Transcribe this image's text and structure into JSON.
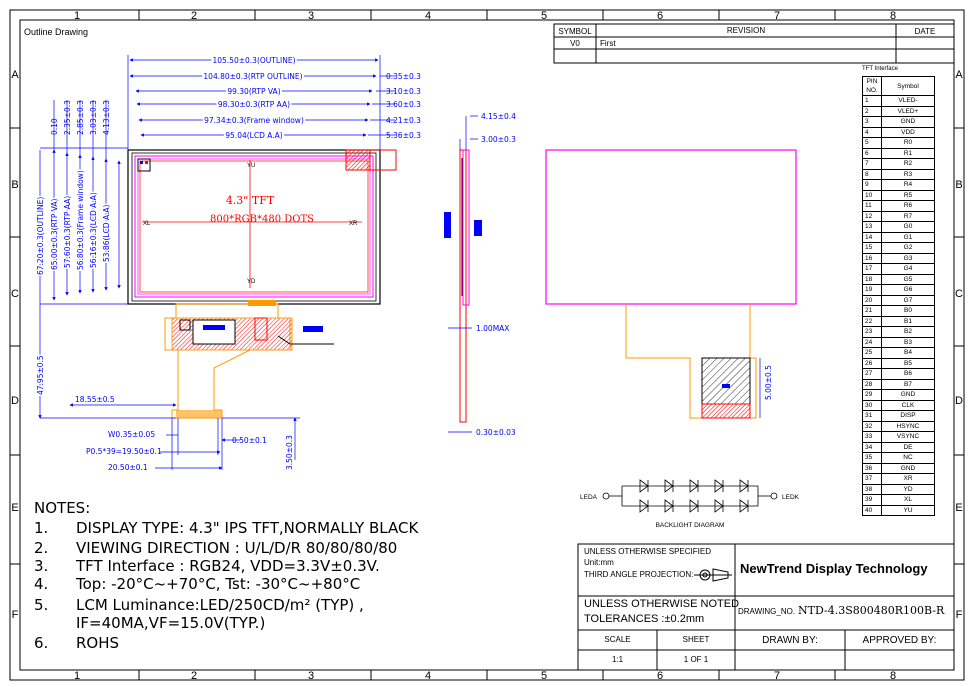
{
  "frame": {
    "col_numbers": [
      "1",
      "2",
      "3",
      "4",
      "5",
      "6",
      "7",
      "8"
    ],
    "row_letters": [
      "A",
      "B",
      "C",
      "D",
      "E",
      "F"
    ]
  },
  "title_label": "Outline Drawing",
  "revision_table": {
    "headers": {
      "symbol": "SYMBOL",
      "revision": "REVISION",
      "date": "DATE"
    },
    "rows": [
      {
        "symbol": "V0",
        "revision": "First",
        "date": ""
      }
    ]
  },
  "front_view": {
    "dims_top": [
      "105.50±0.3(OUTLINE)",
      "104.80±0.3(RTP OUTLINE)",
      "99.30(RTP VA)",
      "98.30±0.3(RTP AA)",
      "97.34±0.3(Frame window)",
      "95.04(LCD A.A)"
    ],
    "dims_right": [
      "0.35±0.3",
      "3.10±0.3",
      "3.60±0.3",
      "4.21±0.3",
      "5.36±0.3"
    ],
    "dims_left_top": [
      "0.10",
      "2.35±0.3",
      "2.85±0.3",
      "3.03±0.3",
      "4.13±0.3"
    ],
    "dims_left": [
      "67.20±0.3(OUTLINE)",
      "65.00±0.3(RTP VA)",
      "57.60±0.3(RTP AA)",
      "56.80±0.3(Frame window)",
      "56.16±0.3(LCD A.A)",
      "53.86(LCD A.A)"
    ],
    "dim_47": "47.95±0.5",
    "dim_18": "18.55±0.5",
    "fpc_dims": {
      "w": "W0.35±0.05",
      "p": "P0.5*39=19.50±0.1",
      "total": "20.50±0.1",
      "gap": "0.50±0.1",
      "h": "3.50±0.3"
    },
    "screen_title": "4.3\" TFT",
    "screen_res": "800*RGB*480 DOTS",
    "labels": {
      "yu": "YU",
      "yd": "YD",
      "xl": "XL",
      "xr": "XR"
    }
  },
  "side_view": {
    "dims": [
      "4.15±0.4",
      "3.00±0.3",
      "1.00MAX",
      "0.30±0.03"
    ]
  },
  "back_view": {
    "dim": "5.00±0.5"
  },
  "backlight": {
    "leda": "LEDA",
    "ledk": "LEDK",
    "caption": "BACKLIGHT DIAGRAM"
  },
  "pin_table": {
    "title": "TFT Interface",
    "headers": [
      "PIN NO.",
      "Symbol"
    ],
    "rows": [
      [
        "1",
        "VLED-"
      ],
      [
        "2",
        "VLED+"
      ],
      [
        "3",
        "GND"
      ],
      [
        "4",
        "VDD"
      ],
      [
        "5",
        "R0"
      ],
      [
        "6",
        "R1"
      ],
      [
        "7",
        "R2"
      ],
      [
        "8",
        "R3"
      ],
      [
        "9",
        "R4"
      ],
      [
        "10",
        "R5"
      ],
      [
        "11",
        "R6"
      ],
      [
        "12",
        "R7"
      ],
      [
        "13",
        "G0"
      ],
      [
        "14",
        "G1"
      ],
      [
        "15",
        "G2"
      ],
      [
        "16",
        "G3"
      ],
      [
        "17",
        "G4"
      ],
      [
        "18",
        "G5"
      ],
      [
        "19",
        "G6"
      ],
      [
        "20",
        "G7"
      ],
      [
        "21",
        "B0"
      ],
      [
        "22",
        "B1"
      ],
      [
        "23",
        "B2"
      ],
      [
        "24",
        "B3"
      ],
      [
        "25",
        "B4"
      ],
      [
        "26",
        "B5"
      ],
      [
        "27",
        "B6"
      ],
      [
        "28",
        "B7"
      ],
      [
        "29",
        "GND"
      ],
      [
        "30",
        "CLK"
      ],
      [
        "31",
        "DISP"
      ],
      [
        "32",
        "HSYNC"
      ],
      [
        "33",
        "VSYNC"
      ],
      [
        "34",
        "DE"
      ],
      [
        "35",
        "NC"
      ],
      [
        "36",
        "GND"
      ],
      [
        "37",
        "XR"
      ],
      [
        "38",
        "YD"
      ],
      [
        "39",
        "XL"
      ],
      [
        "40",
        "YU"
      ]
    ]
  },
  "notes": {
    "title": "NOTES:",
    "items": [
      {
        "num": "1.",
        "text": "DISPLAY TYPE: 4.3\" IPS TFT,NORMALLY BLACK"
      },
      {
        "num": "2.",
        "text": "VIEWING DIRECTION : U/L/D/R 80/80/80/80"
      },
      {
        "num": "3.",
        "text": "TFT Interface : RGB24, VDD=3.3V±0.3V."
      },
      {
        "num": "4.",
        "text": "Top: -20°C~+70°C, Tst: -30°C~+80°C"
      },
      {
        "num": "5.",
        "text": "LCM Luminance:LED/250CD/m² (TYP) ,"
      },
      {
        "num": "",
        "text": "IF=40MA,VF=15.0V(TYP.)"
      },
      {
        "num": "6.",
        "text": "ROHS"
      }
    ]
  },
  "title_block": {
    "unless_specified": "UNLESS OTHERWISE SPECIFIED",
    "unit": "Unit:mm",
    "projection": "THIRD ANGLE PROJECTION:",
    "company": "NewTrend Display Technology",
    "unless_noted": "UNLESS OTHERWISE NOTED",
    "tolerances": "TOLERANCES :±0.2mm",
    "drawing_no_label": "DRAWING_NO.",
    "drawing_no": "NTD-4.3S800480R100B-R",
    "scale_label": "SCALE",
    "scale": "1:1",
    "sheet_label": "SHEET",
    "sheet": "1 OF 1",
    "drawn_by": "DRAWN BY:",
    "approved_by": "APPROVED BY:"
  },
  "colors": {
    "dim": "#0000ff",
    "lcd": "#ff00ff",
    "frame": "#000000",
    "fpc": "#ff9900",
    "red": "#ff0000",
    "hatch": "#ff0000"
  }
}
